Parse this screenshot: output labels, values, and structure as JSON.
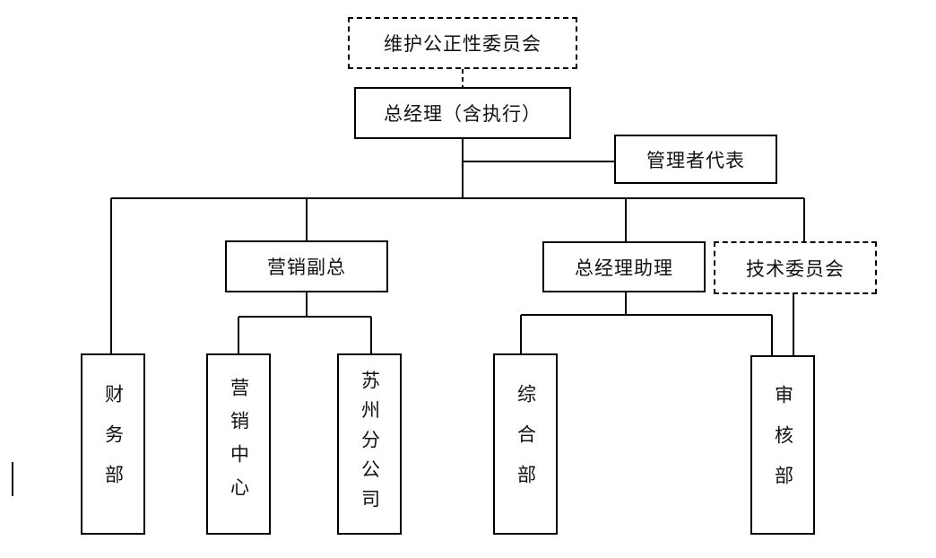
{
  "diagram": {
    "nodes": {
      "fairness_committee": "维护公正性委员会",
      "general_manager": "总经理（含执行）",
      "management_rep": "管理者代表",
      "vp_marketing": "营销副总",
      "gm_assistant": "总经理助理",
      "tech_committee": "技术委员会",
      "finance_dept": "财务部",
      "marketing_center": "营销中心",
      "suzhou_branch": "苏州分公司",
      "general_dept": "综合部",
      "audit_dept": "审核部"
    }
  }
}
